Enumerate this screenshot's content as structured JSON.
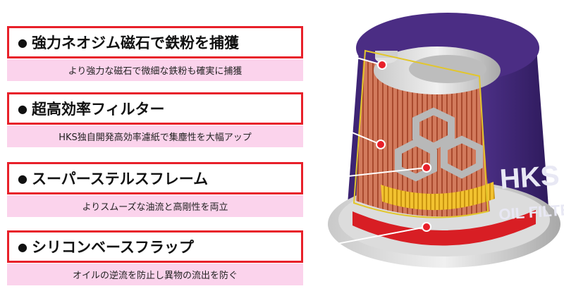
{
  "features": [
    {
      "title": "強力ネオジム磁石で鉄粉を捕獲",
      "desc": "より強力な磁石で微細な鉄粉も確実に捕獲"
    },
    {
      "title": "超高効率フィルター",
      "desc": "HKS独自開発高効率濾紙で集塵性を大幅アップ"
    },
    {
      "title": "スーパーステルスフレーム",
      "desc": "よりスムーズな油流と高剛性を両立"
    },
    {
      "title": "シリコンベースフラップ",
      "desc": "オイルの逆流を防止し異物の流出を防ぐ"
    }
  ],
  "bullet": "●",
  "product": {
    "brand": "HKS",
    "label": "OIL FILTER",
    "can_color": "#4b2d84",
    "accent_color": "#e8202a"
  }
}
